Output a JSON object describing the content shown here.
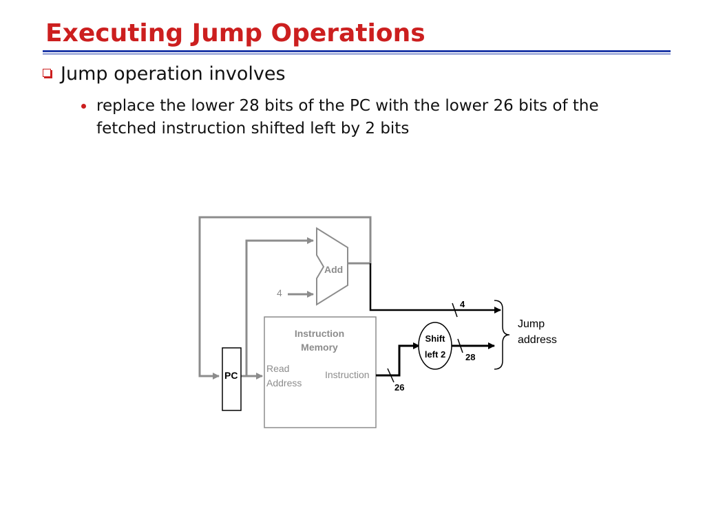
{
  "slide": {
    "title": "Executing Jump Operations",
    "bullet1": "Jump operation involves",
    "bullet2": "replace the lower 28 bits of the PC with the lower 26 bits of the fetched instruction shifted left by 2 bits"
  },
  "diagram": {
    "add_label": "Add",
    "const_four": "4",
    "pc_label": "PC",
    "imem_title_line1": "Instruction",
    "imem_title_line2": "Memory",
    "read_address_line1": "Read",
    "read_address_line2": "Address",
    "instruction_port": "Instruction",
    "shift_line1": "Shift",
    "shift_line2": "left 2",
    "width_pc_upper": "4",
    "width_shift_out": "28",
    "width_instr": "26",
    "jump_line1": "Jump",
    "jump_line2": "address"
  },
  "colors": {
    "title": "#cc1f1f",
    "rule": "#1f3aa8",
    "wire_gray": "#8c8c8c",
    "wire_black": "#000000",
    "faded_text": "#8c8c8c"
  }
}
